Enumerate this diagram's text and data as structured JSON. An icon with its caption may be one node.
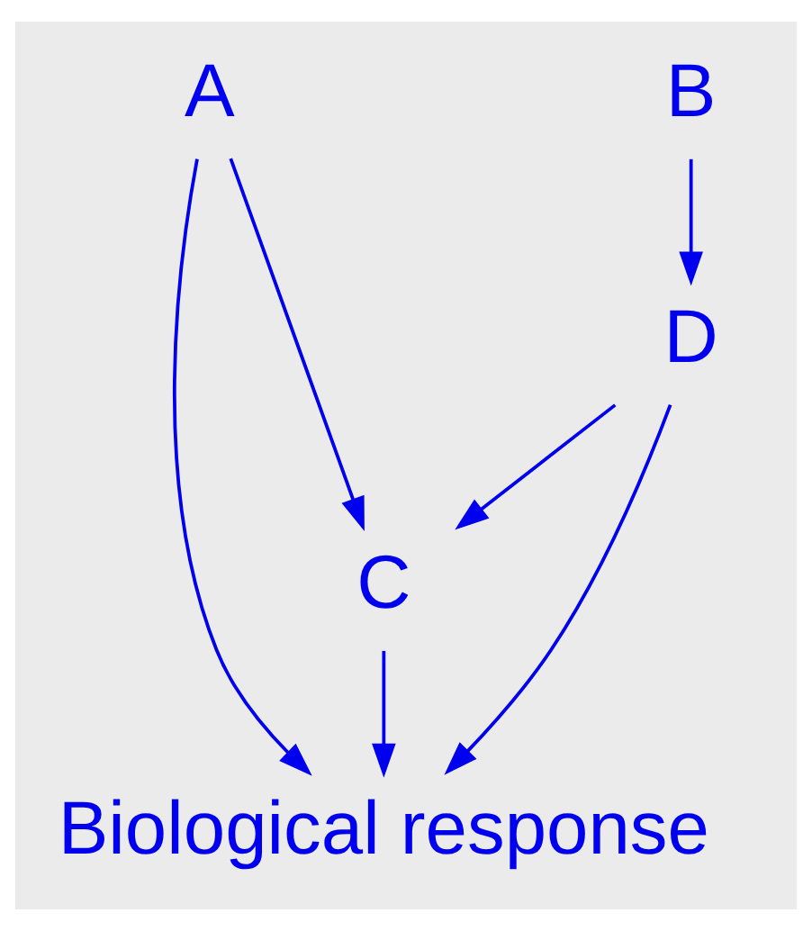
{
  "diagram": {
    "nodes": [
      {
        "text": [
          "A"
        ]
      },
      {
        "text": [
          "B"
        ]
      },
      {
        "text": [
          "D"
        ]
      },
      {
        "text": [
          "C"
        ]
      },
      {
        "text": [
          "Biological response"
        ]
      }
    ],
    "edges": [
      {
        "from": 0,
        "to": 3,
        "arrow": "to"
      },
      {
        "from": 1,
        "to": 2,
        "arrow": "to"
      },
      {
        "from": 2,
        "to": 3,
        "arrow": "to"
      },
      {
        "from": 0,
        "to": 4,
        "arrow": "to"
      },
      {
        "from": 3,
        "to": 4,
        "arrow": "to"
      },
      {
        "from": 2,
        "to": 4,
        "arrow": "to"
      }
    ]
  }
}
